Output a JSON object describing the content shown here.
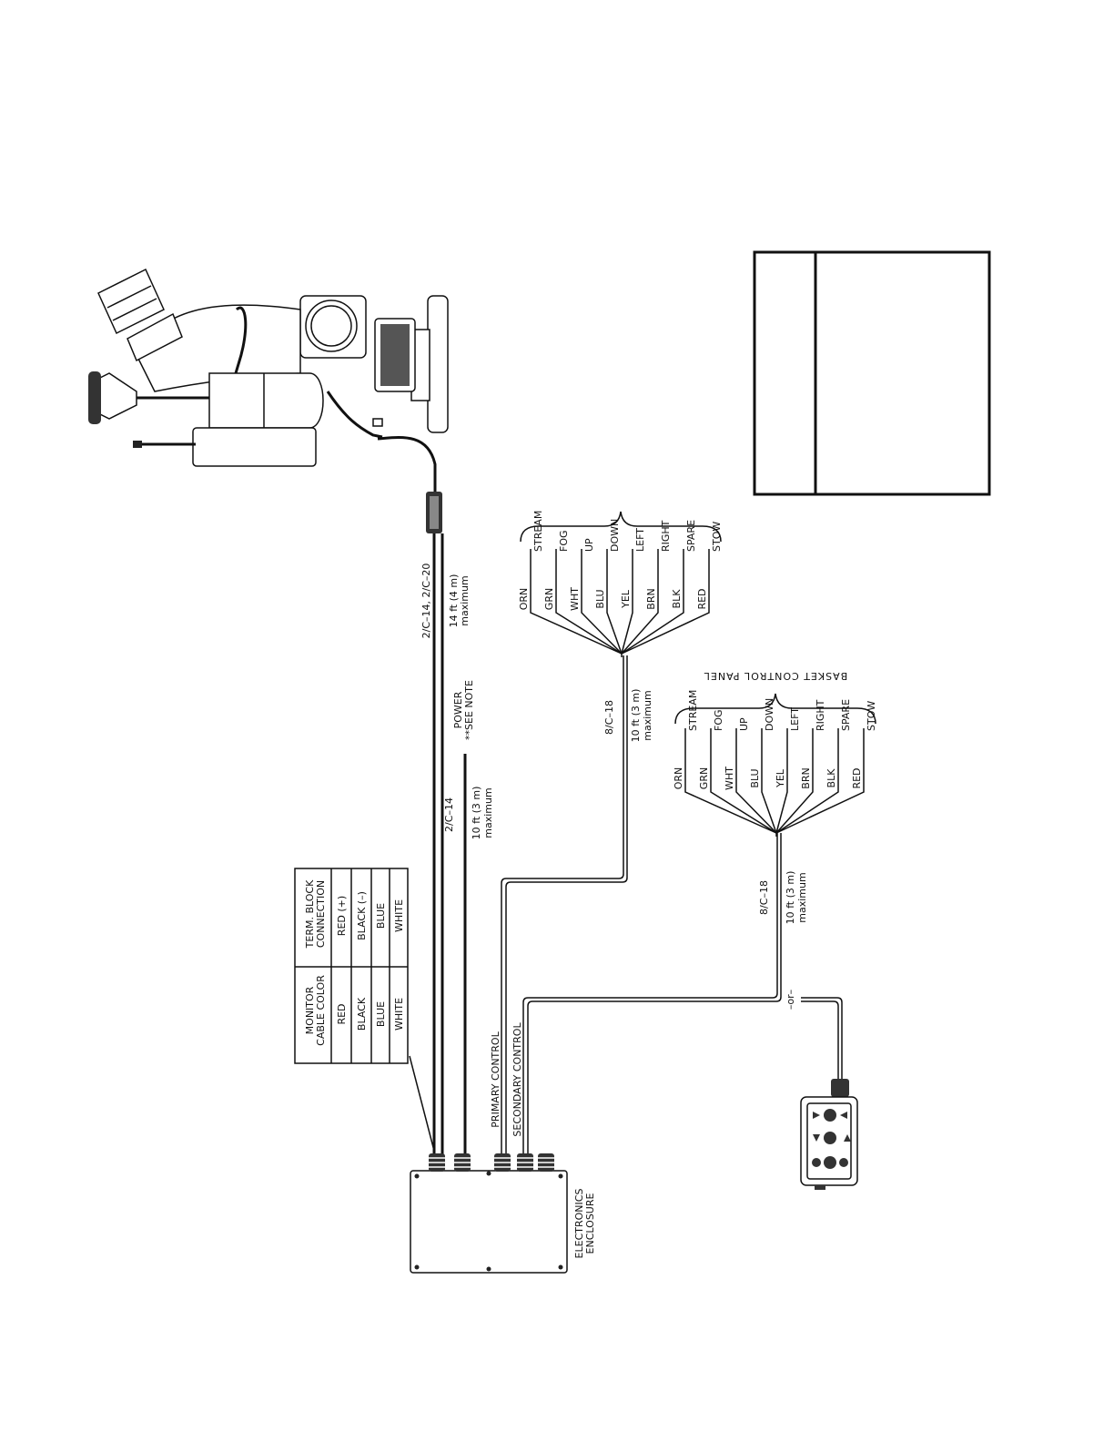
{
  "cable_table": {
    "headers": [
      "MONITOR CABLE COLOR",
      "TERM. BLOCK CONNECTION"
    ],
    "header_lines": [
      [
        "MONITOR",
        "CABLE COLOR"
      ],
      [
        "TERM. BLOCK",
        "CONNECTION"
      ]
    ],
    "rows": [
      [
        "RED",
        "RED (+)"
      ],
      [
        "BLACK",
        "BLACK (–)"
      ],
      [
        "BLUE",
        "BLUE"
      ],
      [
        "WHITE",
        "WHITE"
      ]
    ]
  },
  "monitor_cable": {
    "spec": "2/C–14, 2/C–20",
    "length": "14 ft (4 m)",
    "length_note": "maximum"
  },
  "power_cable": {
    "spec": "2/C–14",
    "length": "10 ft (3 m)",
    "length_note": "maximum",
    "label": "POWER",
    "note": "**SEE NOTE"
  },
  "primary_cable": {
    "spec": "8/C–18",
    "length": "10 ft (3 m)",
    "length_note": "maximum",
    "label": "PRIMARY CONTROL"
  },
  "secondary_cable": {
    "spec": "8/C–18",
    "length": "10 ft (3 m)",
    "length_note": "maximum",
    "label": "SECONDARY CONTROL",
    "alt": "–or–"
  },
  "wires": [
    {
      "color": "ORN",
      "function": "STREAM"
    },
    {
      "color": "GRN",
      "function": "FOG"
    },
    {
      "color": "WHT",
      "function": "UP"
    },
    {
      "color": "BLU",
      "function": "DOWN"
    },
    {
      "color": "YEL",
      "function": "LEFT"
    },
    {
      "color": "BRN",
      "function": "RIGHT"
    },
    {
      "color": "BLK",
      "function": "SPARE"
    },
    {
      "color": "RED",
      "function": "STOW"
    }
  ],
  "basket_panel": {
    "label": "BASKET CONTROL PANEL"
  },
  "enclosure": {
    "label_lines": [
      "ELECTRONICS",
      "ENCLOSURE"
    ]
  },
  "icons": [
    "monitor-nozzle-icon",
    "electronics-enclosure-icon",
    "control-panel-icon",
    "connector-icon"
  ]
}
